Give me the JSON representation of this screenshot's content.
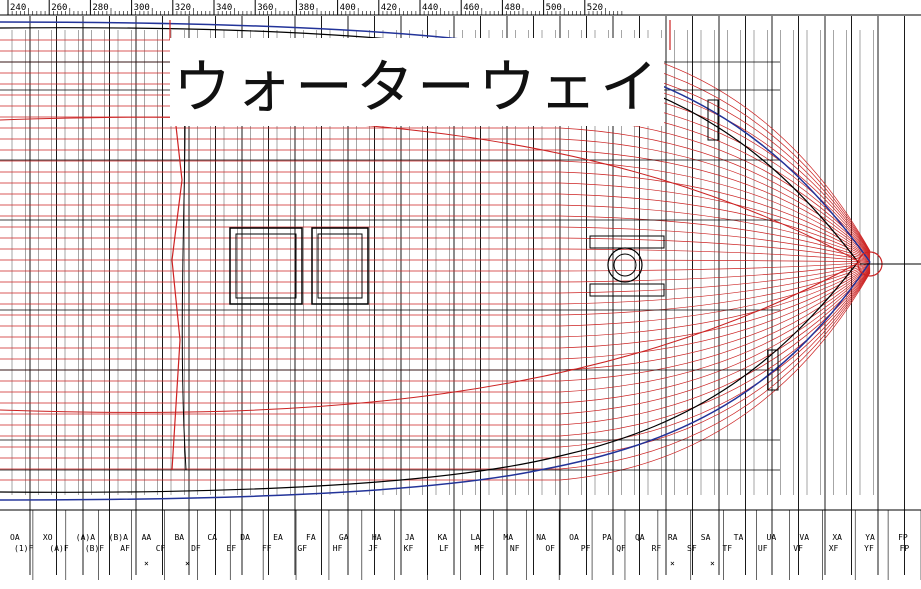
{
  "title": "ウォーターウェイ",
  "ruler": {
    "labels": [
      "240",
      "260",
      "280",
      "300",
      "320",
      "340",
      "360",
      "380",
      "400",
      "420",
      "440",
      "460",
      "480",
      "500",
      "520"
    ]
  },
  "frames": {
    "upper_labels": [
      "OA",
      "XO",
      "(A)A",
      "(B)A",
      "AA",
      "BA",
      "CA",
      "DA",
      "EA",
      "FA",
      "GA",
      "HA",
      "JA",
      "KA",
      "LA",
      "MA",
      "NA",
      "OA",
      "PA",
      "QA",
      "RA",
      "SA",
      "TA",
      "UA",
      "VA",
      "XA",
      "YA",
      "FP"
    ],
    "lower_labels": [
      "(1)F",
      "(A)F",
      "(B)F",
      "AF",
      "CF",
      "DF",
      "EF",
      "FF",
      "GF",
      "HF",
      "JF",
      "KF",
      "LF",
      "MF",
      "NF",
      "OF",
      "PF",
      "QF",
      "RF",
      "SF",
      "TF",
      "UF",
      "VF",
      "XF",
      "YF",
      "FP"
    ],
    "crossed_marks": [
      "×",
      "×",
      "×",
      "×"
    ]
  },
  "colors": {
    "frame_lines": "#000000",
    "waterlines": "#cc2222",
    "hull_outline": "#223399",
    "background": "#ffffff"
  }
}
